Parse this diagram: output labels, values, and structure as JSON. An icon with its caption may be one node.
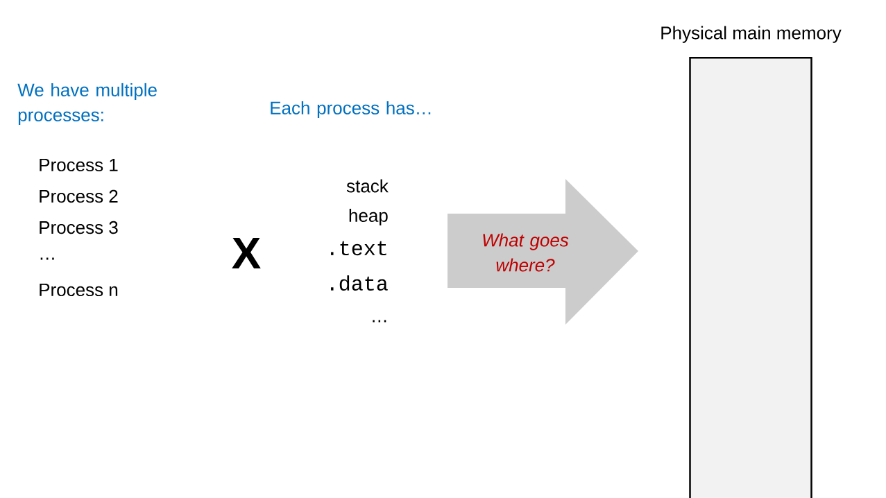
{
  "diagram": {
    "nodes": [
      {
        "text": [
          "What goes where?"
        ]
      },
      {
        "text": [
          "Physical main memory"
        ]
      }
    ],
    "labels": [
      "We have multiple processes:",
      "Process 1",
      "Process 2",
      "Process 3",
      "…",
      "Process n",
      "X",
      "Each process has…",
      "stack",
      "heap",
      ".text",
      ".data",
      "…"
    ]
  }
}
